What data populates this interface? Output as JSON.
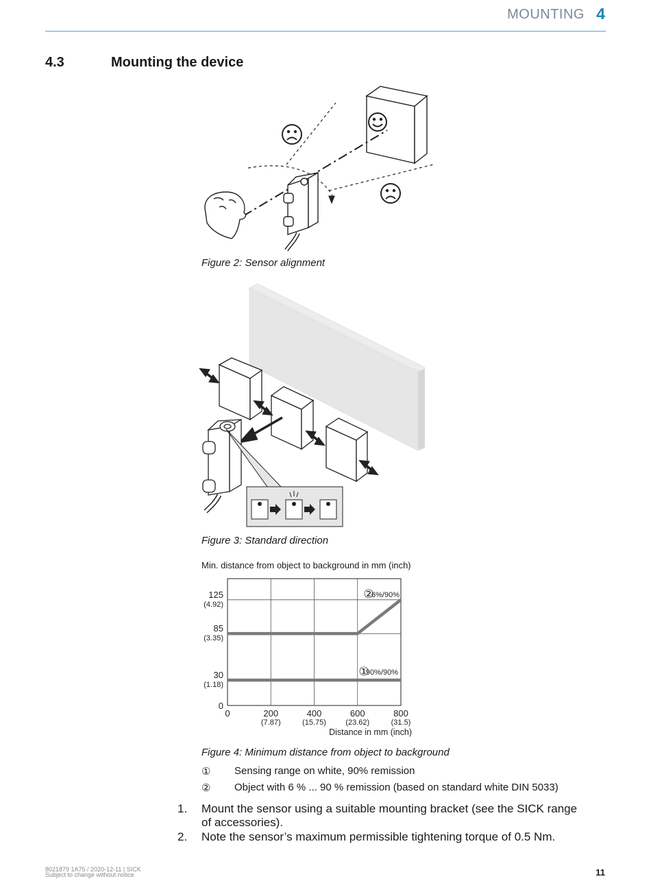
{
  "header": {
    "chapter_title": "MOUNTING",
    "chapter_number": "4"
  },
  "section": {
    "number": "4.3",
    "title": "Mounting the device"
  },
  "figures": {
    "fig2_caption": "Figure 2: Sensor alignment",
    "fig3_caption": "Figure 3: Standard direction",
    "fig4_caption": "Figure 4: Minimum distance from object to background"
  },
  "chart_data": {
    "type": "line",
    "title": "Min. distance from object to background in mm (inch)",
    "xlabel": "Distance in mm (inch)",
    "xlim": [
      0,
      800
    ],
    "ylim": [
      0,
      150
    ],
    "x_ticks": [
      {
        "value": 0,
        "label": "0",
        "sub": ""
      },
      {
        "value": 200,
        "label": "200",
        "sub": "(7.87)"
      },
      {
        "value": 400,
        "label": "400",
        "sub": "(15.75)"
      },
      {
        "value": 600,
        "label": "600",
        "sub": "(23.62)"
      },
      {
        "value": 800,
        "label": "800",
        "sub": "(31.5)"
      }
    ],
    "y_ticks": [
      {
        "value": 0,
        "label": "0",
        "sub": ""
      },
      {
        "value": 30,
        "label": "30",
        "sub": "(1.18)"
      },
      {
        "value": 85,
        "label": "85",
        "sub": "(3.35)"
      },
      {
        "value": 125,
        "label": "125",
        "sub": "(4.92)"
      }
    ],
    "grid": true,
    "series": [
      {
        "marker": "①",
        "name": "90%/90%",
        "x": [
          0,
          800
        ],
        "y": [
          30,
          30
        ]
      },
      {
        "marker": "②",
        "name": "6%/90%",
        "x": [
          0,
          600,
          800
        ],
        "y": [
          85,
          85,
          125
        ]
      }
    ],
    "line_color": "#7a7a7a"
  },
  "legend": [
    {
      "marker": "①",
      "text": "Sensing range on white, 90% remission"
    },
    {
      "marker": "②",
      "text": "Object with 6 % ... 90 % remission (based on standard white DIN 5033)"
    }
  ],
  "steps": [
    {
      "n": "1.",
      "text": "Mount the sensor using a suitable mounting bracket (see the SICK range of accessories)."
    },
    {
      "n": "2.",
      "text": "Note the sensor’s maximum permissible tightening torque of 0.5 Nm."
    }
  ],
  "footer": {
    "doc_id": "8021879 1A75 / 2020-12-11 | SICK",
    "notice": "Subject to change without notice",
    "page": "11"
  }
}
